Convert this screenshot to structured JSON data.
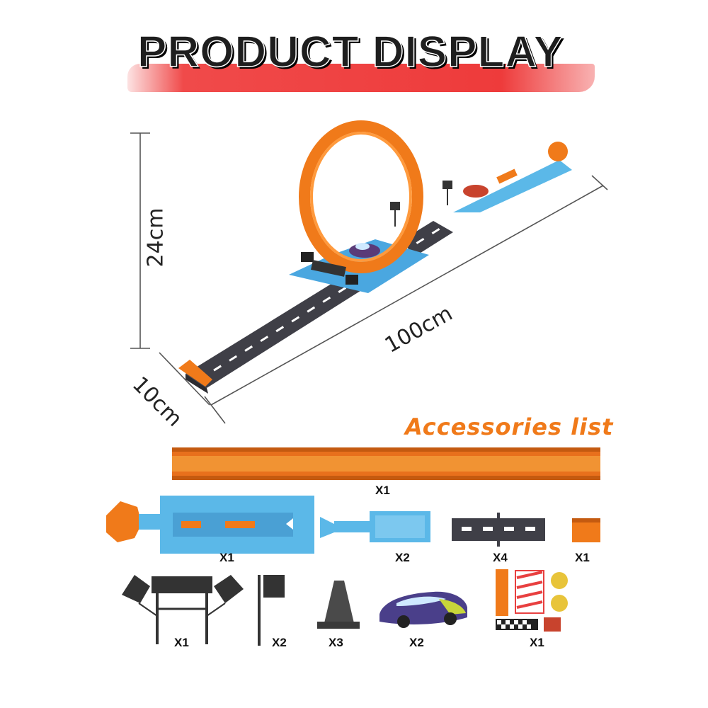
{
  "title": "PRODUCT DISPLAY",
  "dimensions": {
    "height_label": "24cm",
    "length_label": "100cm",
    "width_label": "10cm"
  },
  "accessories": {
    "heading": "Accessories list",
    "items": [
      {
        "icon": "orange-track-strip",
        "qty": "X1"
      },
      {
        "icon": "launcher-base",
        "qty": "X1"
      },
      {
        "icon": "blue-connector",
        "qty": "X2"
      },
      {
        "icon": "grey-track-piece",
        "qty": "X4"
      },
      {
        "icon": "orange-end-ramp",
        "qty": "X1"
      },
      {
        "icon": "finish-gate",
        "qty": "X1"
      },
      {
        "icon": "flag-post",
        "qty": "X2"
      },
      {
        "icon": "traffic-cone",
        "qty": "X3"
      },
      {
        "icon": "toy-car",
        "qty": "X2"
      },
      {
        "icon": "sticker-sheet",
        "qty": "X1"
      }
    ]
  },
  "colors": {
    "track_orange": "#f07a1a",
    "track_blue": "#5bb8e8",
    "track_grey": "#4a4a52",
    "title_bar": "#ee3b3b"
  }
}
